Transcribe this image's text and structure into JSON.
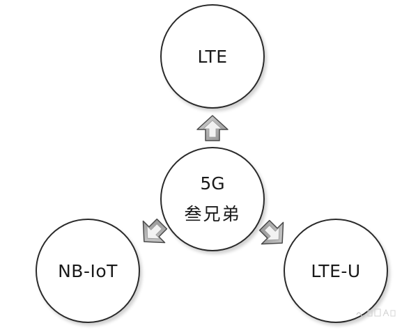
{
  "diagram": {
    "top_node": "LTE",
    "center_node_line1": "5G",
    "center_node_line2": "叁兄弟",
    "left_node": "NB-IoT",
    "right_node": "LTE-U"
  },
  "colors": {
    "circle_stroke": "#2a2a2a",
    "arrow_fill": "#b8b8b8",
    "arrow_stroke": "#4a4a4a",
    "text": "#1a1a1a"
  }
}
